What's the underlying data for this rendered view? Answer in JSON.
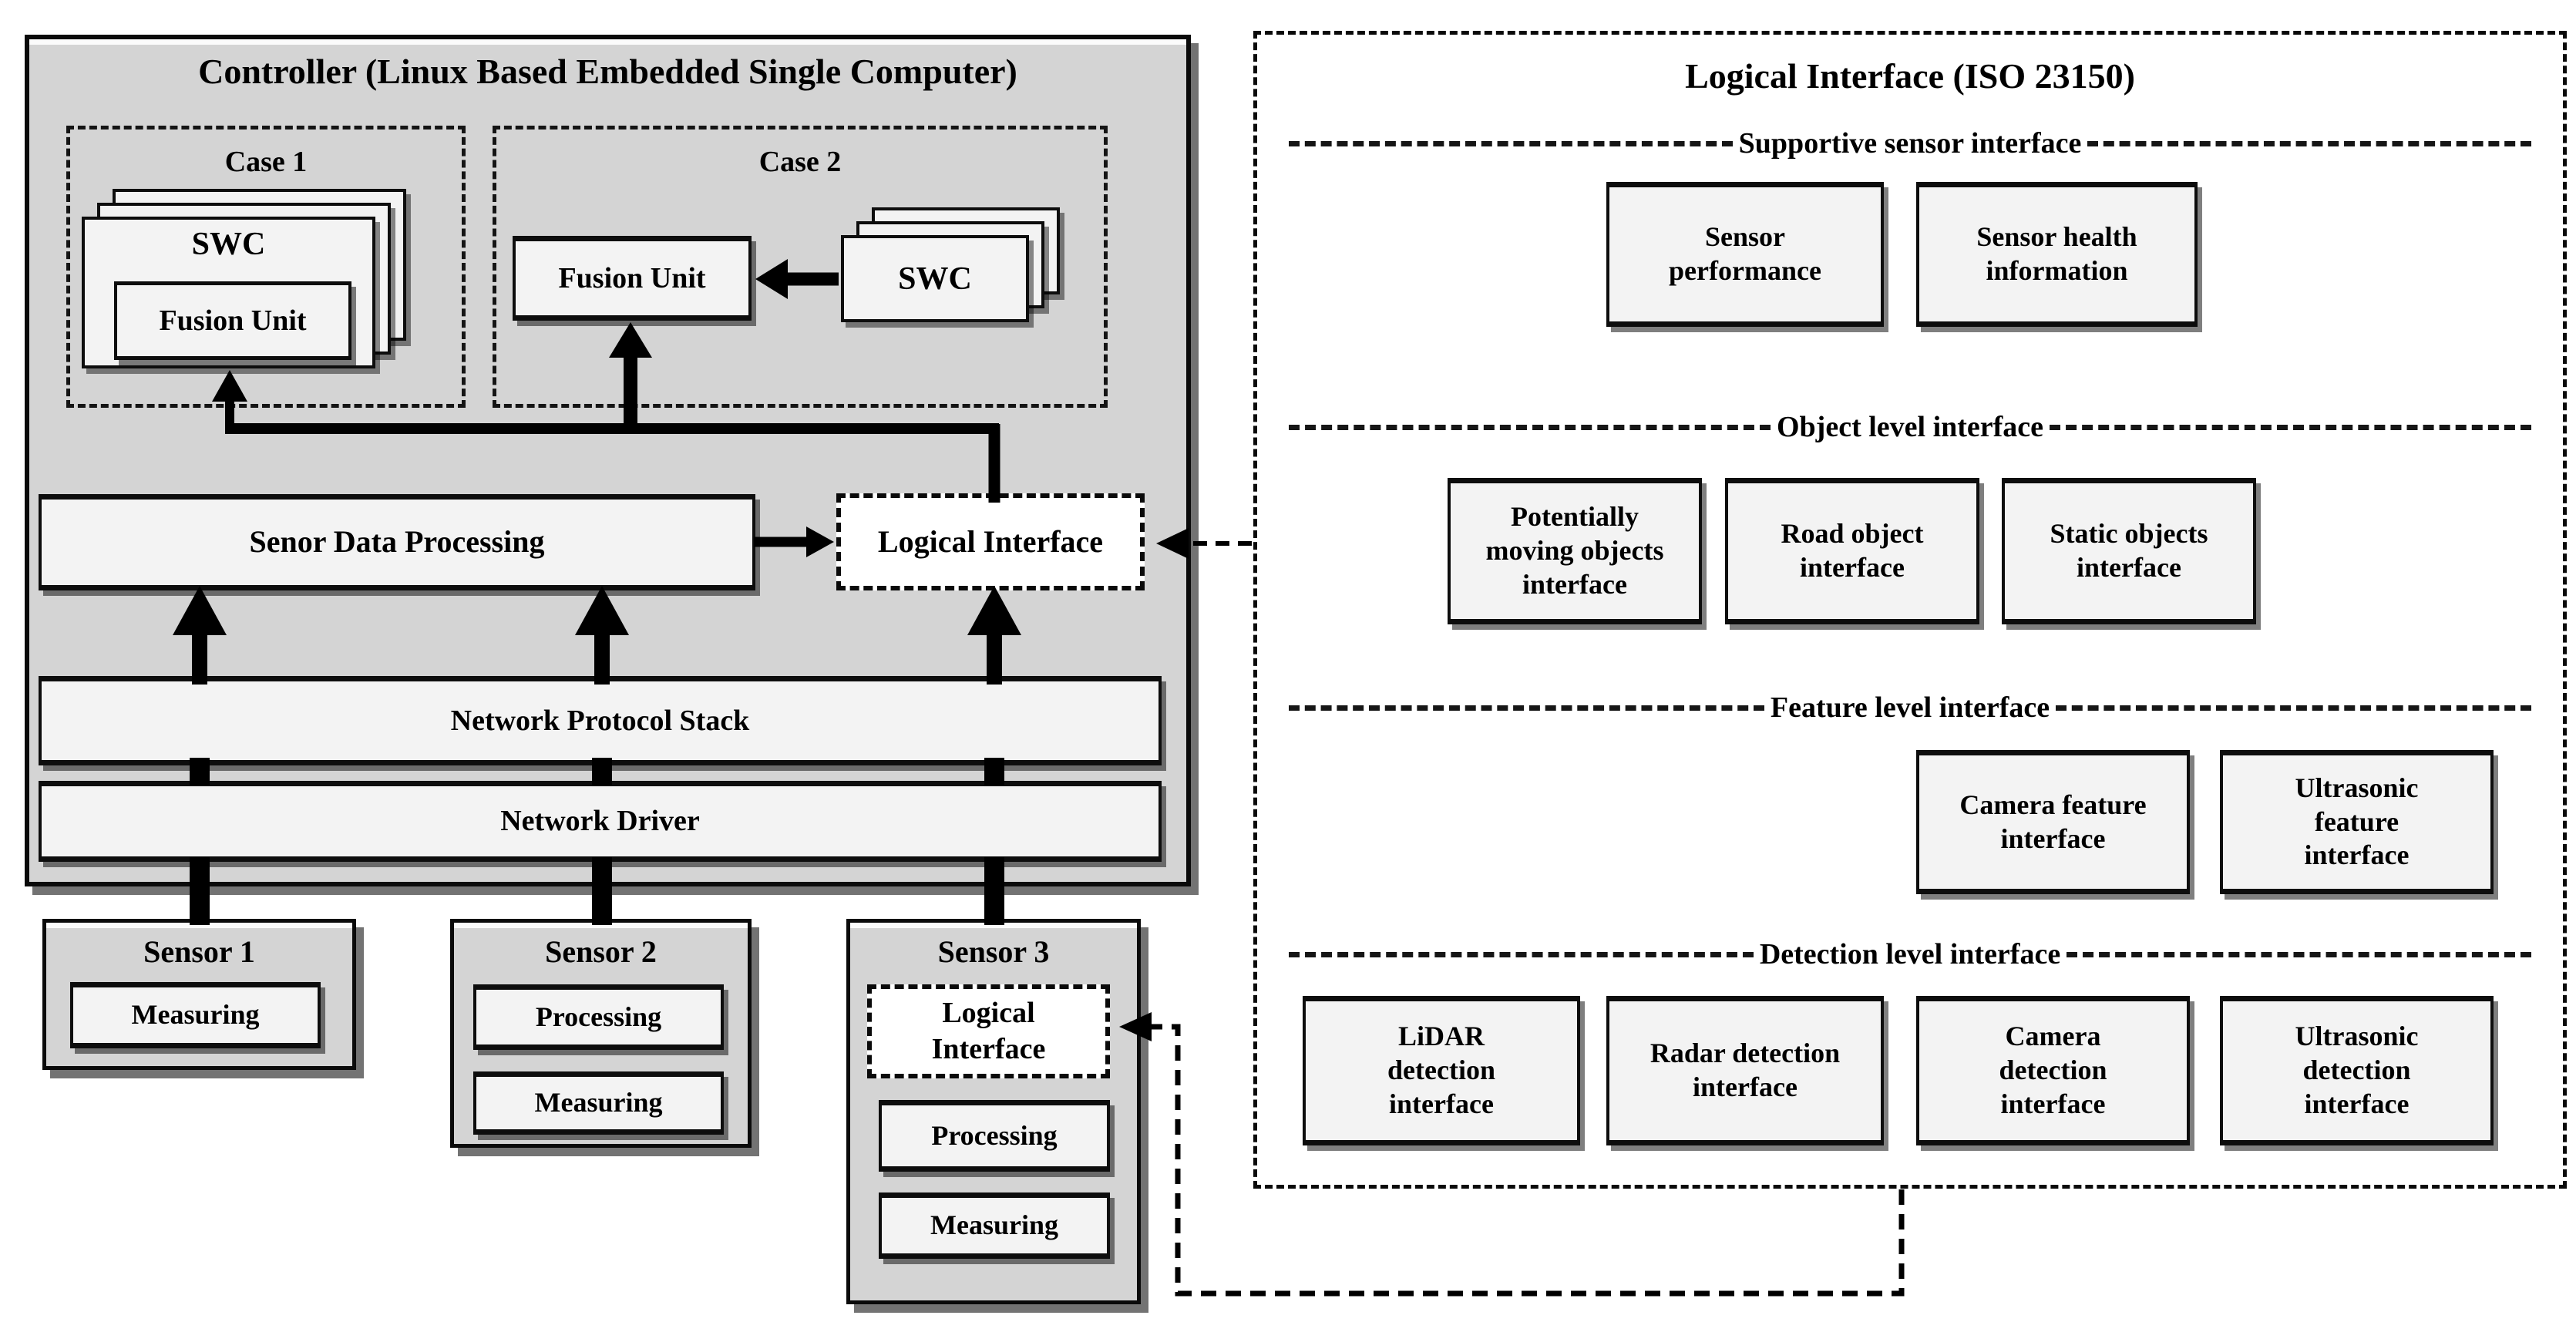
{
  "diagram": {
    "controller": {
      "title": "Controller (Linux Based Embedded Single Computer)",
      "case1": {
        "label": "Case 1",
        "swc": "SWC",
        "fusion": "Fusion Unit"
      },
      "case2": {
        "label": "Case 2",
        "fusion": "Fusion Unit",
        "swc": "SWC"
      },
      "sensor_data_processing": "Senor Data Processing",
      "logical_interface": "Logical Interface",
      "network_protocol_stack": "Network Protocol Stack",
      "network_driver": "Network Driver"
    },
    "sensors": [
      {
        "title": "Sensor 1",
        "module1": "Measuring"
      },
      {
        "title": "Sensor 2",
        "module1": "Processing",
        "module2": "Measuring"
      },
      {
        "title": "Sensor 3",
        "logical_interface": "Logical Interface",
        "module1": "Processing",
        "module2": "Measuring"
      }
    ],
    "iso_panel": {
      "title": "Logical Interface (ISO 23150)",
      "sections": [
        {
          "header": "Supportive sensor interface",
          "boxes": [
            "Sensor performance",
            "Sensor health information"
          ]
        },
        {
          "header": "Object level interface",
          "boxes": [
            "Potentially moving objects interface",
            "Road object interface",
            "Static objects interface"
          ]
        },
        {
          "header": "Feature level interface",
          "boxes": [
            "Camera feature interface",
            "Ultrasonic feature interface"
          ]
        },
        {
          "header": "Detection level interface",
          "boxes": [
            "LiDAR detection interface",
            "Radar detection interface",
            "Camera detection interface",
            "Ultrasonic detection interface"
          ]
        }
      ]
    },
    "colors": {
      "shell_fill": "#d4d4d4",
      "box_fill": "#f3f3f3",
      "line": "#000000",
      "background": "#ffffff"
    }
  }
}
